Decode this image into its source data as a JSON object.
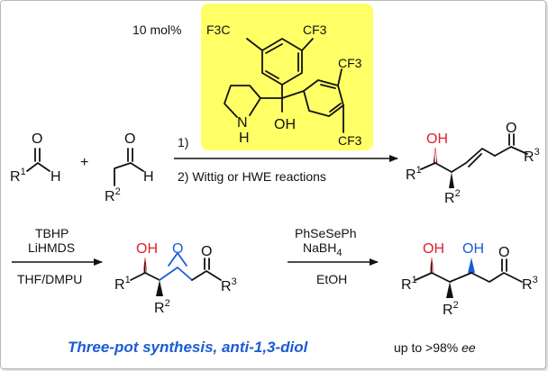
{
  "catalyst": {
    "loading": "10 mol%",
    "cf3_tl": "F3C",
    "cf3_tr": "CF3",
    "cf3_r": "CF3",
    "cf3_br": "CF3",
    "nh": "N",
    "nh_h": "H",
    "oh": "OH",
    "highlight_color": "#ffff66"
  },
  "step1": {
    "line1": "1)",
    "line2": "2) Wittig or HWE reactions"
  },
  "reactants": {
    "ald1_R": "R",
    "ald1_sup": "1",
    "ald1_H": "H",
    "ald1_O": "O",
    "plus": "+",
    "ald2_O": "O",
    "ald2_H": "H",
    "ald2_R": "R",
    "ald2_sup": "2"
  },
  "product1": {
    "oh": "OH",
    "R1": "R",
    "R1_sup": "1",
    "R2": "R",
    "R2_sup": "2",
    "O": "O",
    "R3": "R",
    "R3_sup": "3"
  },
  "step2": {
    "reagent1": "TBHP",
    "reagent2": "LiHMDS",
    "solvent": "THF/DMPU"
  },
  "epoxide": {
    "oh": "OH",
    "ring_O": "O",
    "R1": "R",
    "R1_sup": "1",
    "R2": "R",
    "R2_sup": "2",
    "O": "O",
    "R3": "R",
    "R3_sup": "3"
  },
  "step3": {
    "reagent1": "PhSeSePh",
    "reagent2": "NaBH",
    "reagent2_sub": "4",
    "solvent": "EtOH"
  },
  "diol": {
    "oh1": "OH",
    "oh2": "OH",
    "R1": "R",
    "R1_sup": "1",
    "R2": "R",
    "R2_sup": "2",
    "O": "O",
    "R3": "R",
    "R3_sup": "3"
  },
  "footer": {
    "title": "Three-pot synthesis, anti-1,3-diol",
    "ee_prefix": "up to >98% ",
    "ee_unit": "ee"
  },
  "colors": {
    "red": "#e0202a",
    "blue": "#1b5bd6"
  }
}
